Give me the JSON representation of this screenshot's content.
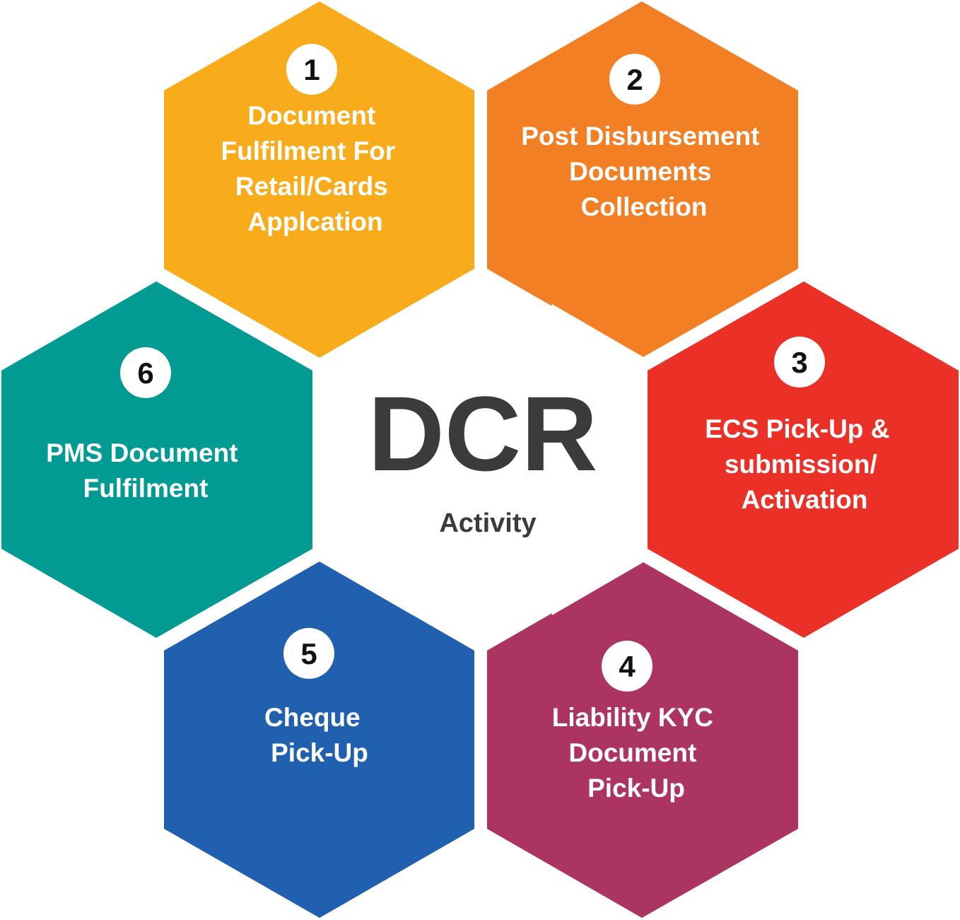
{
  "center": {
    "title": "DCR",
    "subtitle": "Activity",
    "color": "#3d3a3a"
  },
  "steps": [
    {
      "number": "1",
      "label_lines": [
        "Document",
        "Fulfilment For",
        "Retail/Cards",
        "Applcation"
      ],
      "color": "#f8ac1c"
    },
    {
      "number": "2",
      "label_lines": [
        "Post Disbursement",
        "Documents",
        "Collection"
      ],
      "color": "#f37f24"
    },
    {
      "number": "3",
      "label_lines": [
        "ECS Pick-Up &",
        "submission/",
        "Activation"
      ],
      "color": "#eb3027"
    },
    {
      "number": "4",
      "label_lines": [
        "Liability KYC",
        "Document",
        "Pick-Up"
      ],
      "color": "#ab3560"
    },
    {
      "number": "5",
      "label_lines": [
        "Cheque",
        "Pick-Up"
      ],
      "color": "#2160ae"
    },
    {
      "number": "6",
      "label_lines": [
        "PMS Document",
        "Fulfilment"
      ],
      "color": "#029b94"
    }
  ]
}
